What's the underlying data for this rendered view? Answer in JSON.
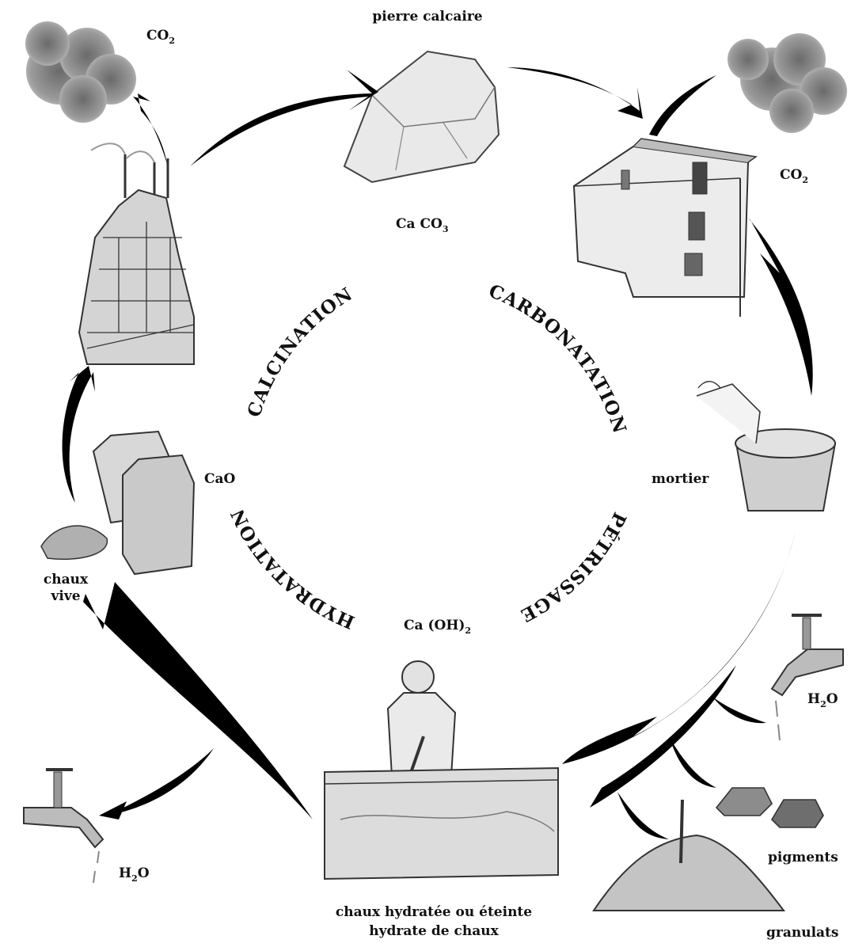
{
  "labels": {
    "pierre_calcaire": "pierre calcaire",
    "caco3": "Ca CO",
    "caco3_sub": "3",
    "co2_left": "CO",
    "co2_left_sub": "2",
    "co2_right": "CO",
    "co2_right_sub": "2",
    "cao": "CaO",
    "chaux_vive_1": "chaux",
    "chaux_vive_2": "vive",
    "caoh2": "Ca (OH)",
    "caoh2_sub": "2",
    "chaux_hydratee_1": "chaux hydratée ou éteinte",
    "chaux_hydratee_2": "hydrate de chaux",
    "h2o_left": "H",
    "h2o_left_sub": "2",
    "h2o_left_o": "O",
    "h2o_right": "H",
    "h2o_right_sub": "2",
    "h2o_right_o": "O",
    "mortier": "mortier",
    "pigments": "pigments",
    "granulats": "granulats"
  },
  "phases": {
    "calcination": "CALCINATION",
    "carbonatation": "CARBONATATION",
    "petrissage": "PÉTRISSAGE",
    "hydratation": "HYDRATATION"
  },
  "colors": {
    "arrow": "#000000",
    "smoke": "#8a8a8a",
    "sketch": "#555555",
    "background": "#ffffff"
  }
}
